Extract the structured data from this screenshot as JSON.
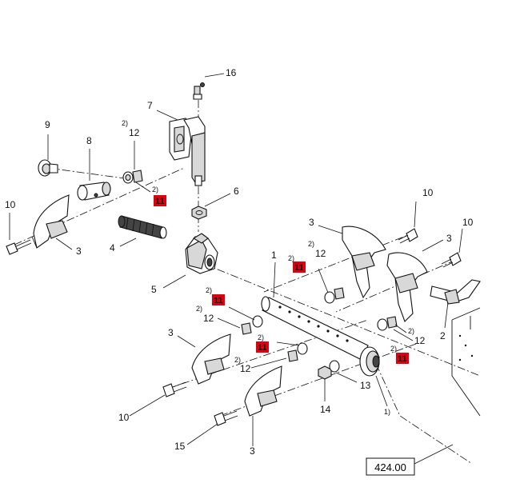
{
  "callouts": [
    {
      "text": "16"
    },
    {
      "text": "7"
    },
    {
      "text": "9"
    },
    {
      "text": "8"
    },
    {
      "text": "2)"
    },
    {
      "text": "12"
    },
    {
      "text": "2)"
    },
    {
      "text": "11"
    },
    {
      "text": "6"
    },
    {
      "text": "10"
    },
    {
      "text": "3"
    },
    {
      "text": "4"
    },
    {
      "text": "5"
    },
    {
      "text": "10"
    },
    {
      "text": "3"
    },
    {
      "text": "10"
    },
    {
      "text": "3"
    },
    {
      "text": "2)"
    },
    {
      "text": "12"
    },
    {
      "text": "2)"
    },
    {
      "text": "11"
    },
    {
      "text": "1"
    },
    {
      "text": "2)"
    },
    {
      "text": "11"
    },
    {
      "text": "2)"
    },
    {
      "text": "12"
    },
    {
      "text": "3"
    },
    {
      "text": "2)"
    },
    {
      "text": "11"
    },
    {
      "text": "2)"
    },
    {
      "text": "12"
    },
    {
      "text": "2)"
    },
    {
      "text": "12"
    },
    {
      "text": "2)"
    },
    {
      "text": "11"
    },
    {
      "text": "2"
    },
    {
      "text": "13"
    },
    {
      "text": "14"
    },
    {
      "text": "1)"
    },
    {
      "text": "10"
    },
    {
      "text": "15"
    },
    {
      "text": "3"
    }
  ],
  "reference_box": {
    "text": "424.00"
  },
  "colors": {
    "highlight": "#e0000f",
    "ink": "#111111"
  }
}
